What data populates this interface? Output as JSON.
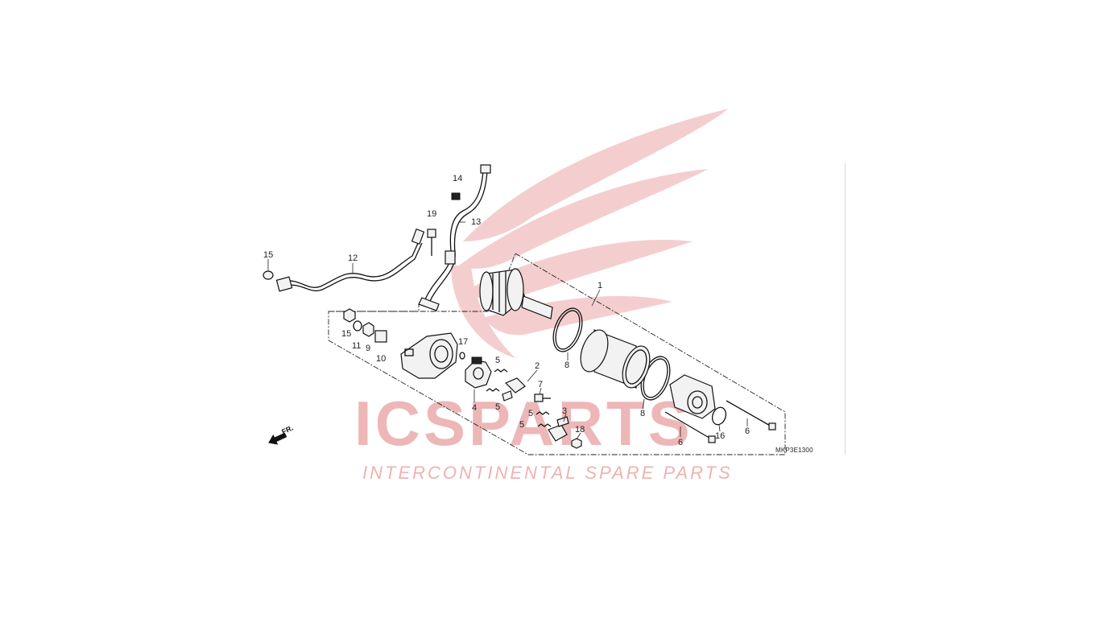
{
  "diagram": {
    "ref_code": "MKP3E1300",
    "direction_label": "FR.",
    "callouts": [
      {
        "id": "c1",
        "text": "1"
      },
      {
        "id": "c2",
        "text": "2"
      },
      {
        "id": "c3",
        "text": "3"
      },
      {
        "id": "c4",
        "text": "4"
      },
      {
        "id": "c5a",
        "text": "5"
      },
      {
        "id": "c5b",
        "text": "5"
      },
      {
        "id": "c5c",
        "text": "5"
      },
      {
        "id": "c5d",
        "text": "5"
      },
      {
        "id": "c6a",
        "text": "6"
      },
      {
        "id": "c6b",
        "text": "6"
      },
      {
        "id": "c7",
        "text": "7"
      },
      {
        "id": "c8a",
        "text": "8"
      },
      {
        "id": "c8b",
        "text": "8"
      },
      {
        "id": "c9",
        "text": "9"
      },
      {
        "id": "c10",
        "text": "10"
      },
      {
        "id": "c11",
        "text": "11"
      },
      {
        "id": "c12",
        "text": "12"
      },
      {
        "id": "c13",
        "text": "13"
      },
      {
        "id": "c14",
        "text": "14"
      },
      {
        "id": "c15a",
        "text": "15"
      },
      {
        "id": "c15b",
        "text": "15"
      },
      {
        "id": "c16",
        "text": "16"
      },
      {
        "id": "c17",
        "text": "17"
      },
      {
        "id": "c18",
        "text": "18"
      },
      {
        "id": "c19",
        "text": "19"
      }
    ]
  },
  "watermark": {
    "brand": "ICSPARTS",
    "tagline": "INTERCONTINENTAL SPARE PARTS",
    "color": "#e8a0a0",
    "wing_color": "#f2c4c4"
  }
}
